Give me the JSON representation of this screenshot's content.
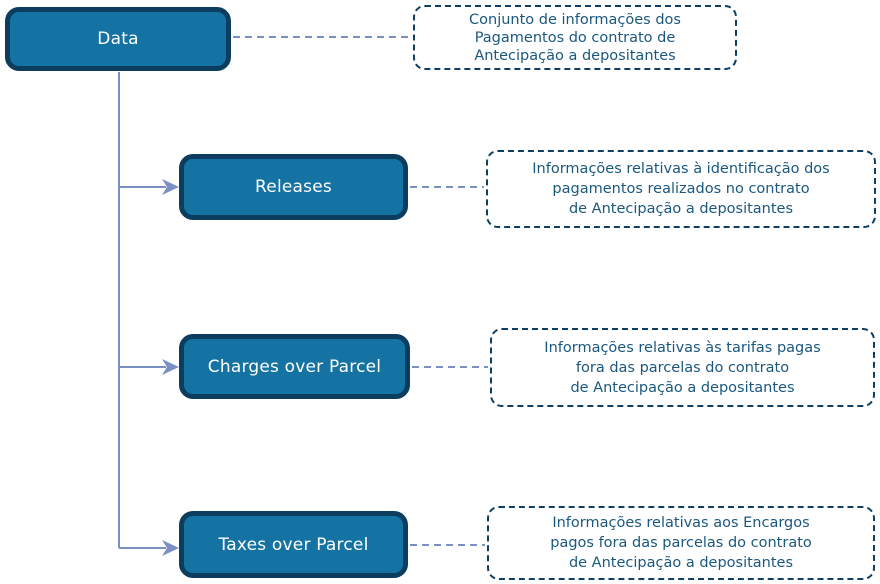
{
  "diagram": {
    "root": {
      "label": "Data",
      "note_lines": [
        "Conjunto de informações dos",
        "Pagamentos do contrato de",
        "Antecipação a depositantes"
      ]
    },
    "children": [
      {
        "label": "Releases",
        "note_lines": [
          "Informações relativas à identificação dos",
          "pagamentos realizados no contrato",
          "de Antecipação a depositantes"
        ]
      },
      {
        "label": "Charges over Parcel",
        "note_lines": [
          "Informações relativas às tarifas pagas",
          "fora das parcelas do contrato",
          "de Antecipação a depositantes"
        ]
      },
      {
        "label": "Taxes over Parcel",
        "note_lines": [
          "Informações relativas aos Encargos",
          "pagos fora das parcelas do contrato",
          "de Antecipação a depositantes"
        ]
      }
    ],
    "colors": {
      "node_fill": "#1573A3",
      "node_border": "#0C3D5F",
      "node_text": "#FFFFFF",
      "note_border": "#0E3E61",
      "note_text": "#1B587F",
      "connector": "#7A8FC2"
    }
  }
}
